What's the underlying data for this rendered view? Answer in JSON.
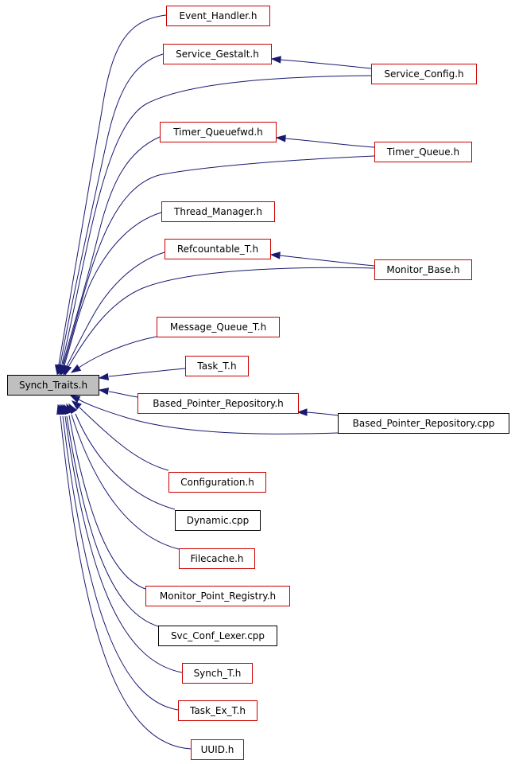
{
  "diagram": {
    "type": "include-dependency-graph",
    "colors": {
      "edge": "#191970",
      "root_fill": "#bfbfbf",
      "linked_border": "#cc0000",
      "plain_border": "#000000"
    },
    "root": {
      "id": "synch_traits",
      "label": "Synch_Traits.h"
    },
    "nodes": [
      {
        "id": "event_handler",
        "label": "Event_Handler.h",
        "style": "linked"
      },
      {
        "id": "service_gestalt",
        "label": "Service_Gestalt.h",
        "style": "linked"
      },
      {
        "id": "service_config",
        "label": "Service_Config.h",
        "style": "linked"
      },
      {
        "id": "timer_queuefwd",
        "label": "Timer_Queuefwd.h",
        "style": "linked"
      },
      {
        "id": "timer_queue",
        "label": "Timer_Queue.h",
        "style": "linked"
      },
      {
        "id": "thread_manager",
        "label": "Thread_Manager.h",
        "style": "linked"
      },
      {
        "id": "refcountable_t",
        "label": "Refcountable_T.h",
        "style": "linked"
      },
      {
        "id": "monitor_base",
        "label": "Monitor_Base.h",
        "style": "linked"
      },
      {
        "id": "message_queue_t",
        "label": "Message_Queue_T.h",
        "style": "linked"
      },
      {
        "id": "task_t",
        "label": "Task_T.h",
        "style": "linked"
      },
      {
        "id": "based_pointer_repository_h",
        "label": "Based_Pointer_Repository.h",
        "style": "linked"
      },
      {
        "id": "based_pointer_repository_cpp",
        "label": "Based_Pointer_Repository.cpp",
        "style": "plain"
      },
      {
        "id": "configuration",
        "label": "Configuration.h",
        "style": "linked"
      },
      {
        "id": "dynamic",
        "label": "Dynamic.cpp",
        "style": "plain"
      },
      {
        "id": "filecache",
        "label": "Filecache.h",
        "style": "linked"
      },
      {
        "id": "monitor_point_registry",
        "label": "Monitor_Point_Registry.h",
        "style": "linked"
      },
      {
        "id": "svc_conf_lexer",
        "label": "Svc_Conf_Lexer.cpp",
        "style": "plain"
      },
      {
        "id": "synch_t",
        "label": "Synch_T.h",
        "style": "linked"
      },
      {
        "id": "task_ex_t",
        "label": "Task_Ex_T.h",
        "style": "linked"
      },
      {
        "id": "uuid",
        "label": "UUID.h",
        "style": "linked"
      }
    ],
    "edges": [
      {
        "from": "event_handler",
        "to": "synch_traits"
      },
      {
        "from": "service_gestalt",
        "to": "synch_traits"
      },
      {
        "from": "service_config",
        "to": "synch_traits"
      },
      {
        "from": "service_config",
        "to": "service_gestalt"
      },
      {
        "from": "timer_queuefwd",
        "to": "synch_traits"
      },
      {
        "from": "timer_queue",
        "to": "synch_traits"
      },
      {
        "from": "timer_queue",
        "to": "timer_queuefwd"
      },
      {
        "from": "thread_manager",
        "to": "synch_traits"
      },
      {
        "from": "refcountable_t",
        "to": "synch_traits"
      },
      {
        "from": "monitor_base",
        "to": "synch_traits"
      },
      {
        "from": "monitor_base",
        "to": "refcountable_t"
      },
      {
        "from": "message_queue_t",
        "to": "synch_traits"
      },
      {
        "from": "task_t",
        "to": "synch_traits"
      },
      {
        "from": "based_pointer_repository_h",
        "to": "synch_traits"
      },
      {
        "from": "based_pointer_repository_cpp",
        "to": "synch_traits"
      },
      {
        "from": "based_pointer_repository_cpp",
        "to": "based_pointer_repository_h"
      },
      {
        "from": "configuration",
        "to": "synch_traits"
      },
      {
        "from": "dynamic",
        "to": "synch_traits"
      },
      {
        "from": "filecache",
        "to": "synch_traits"
      },
      {
        "from": "monitor_point_registry",
        "to": "synch_traits"
      },
      {
        "from": "svc_conf_lexer",
        "to": "synch_traits"
      },
      {
        "from": "synch_t",
        "to": "synch_traits"
      },
      {
        "from": "task_ex_t",
        "to": "synch_traits"
      },
      {
        "from": "uuid",
        "to": "synch_traits"
      }
    ]
  }
}
